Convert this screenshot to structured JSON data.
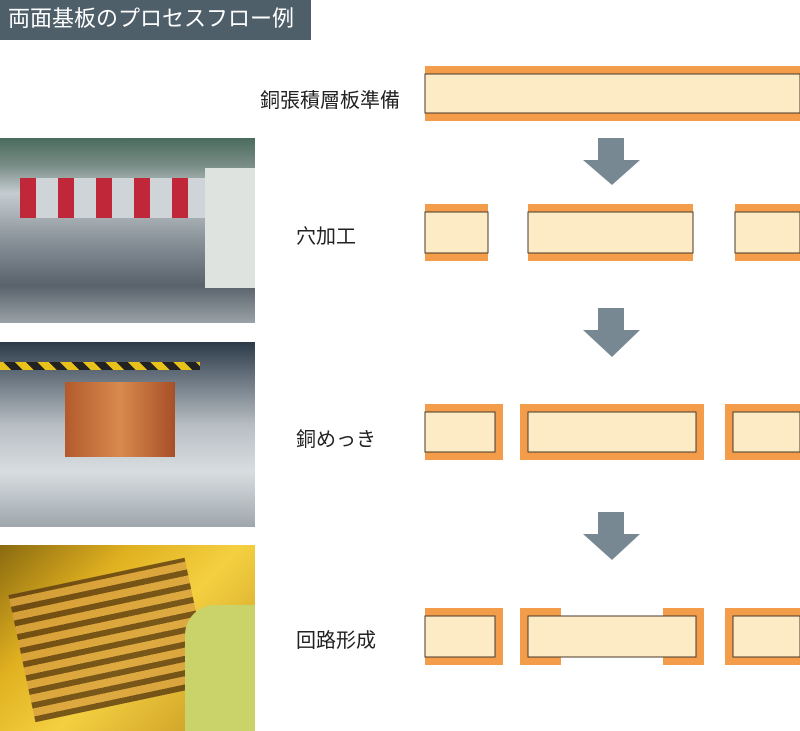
{
  "title": "両面基板のプロセスフロー例",
  "steps": [
    {
      "label": "銅張積層板準備"
    },
    {
      "label": "穴加工"
    },
    {
      "label": "銅めっき"
    },
    {
      "label": "回路形成"
    }
  ],
  "colors": {
    "copper": "#f39c4a",
    "core": "#fdebc5",
    "arrow": "#778893",
    "title_bg": "#4e5f6a"
  }
}
